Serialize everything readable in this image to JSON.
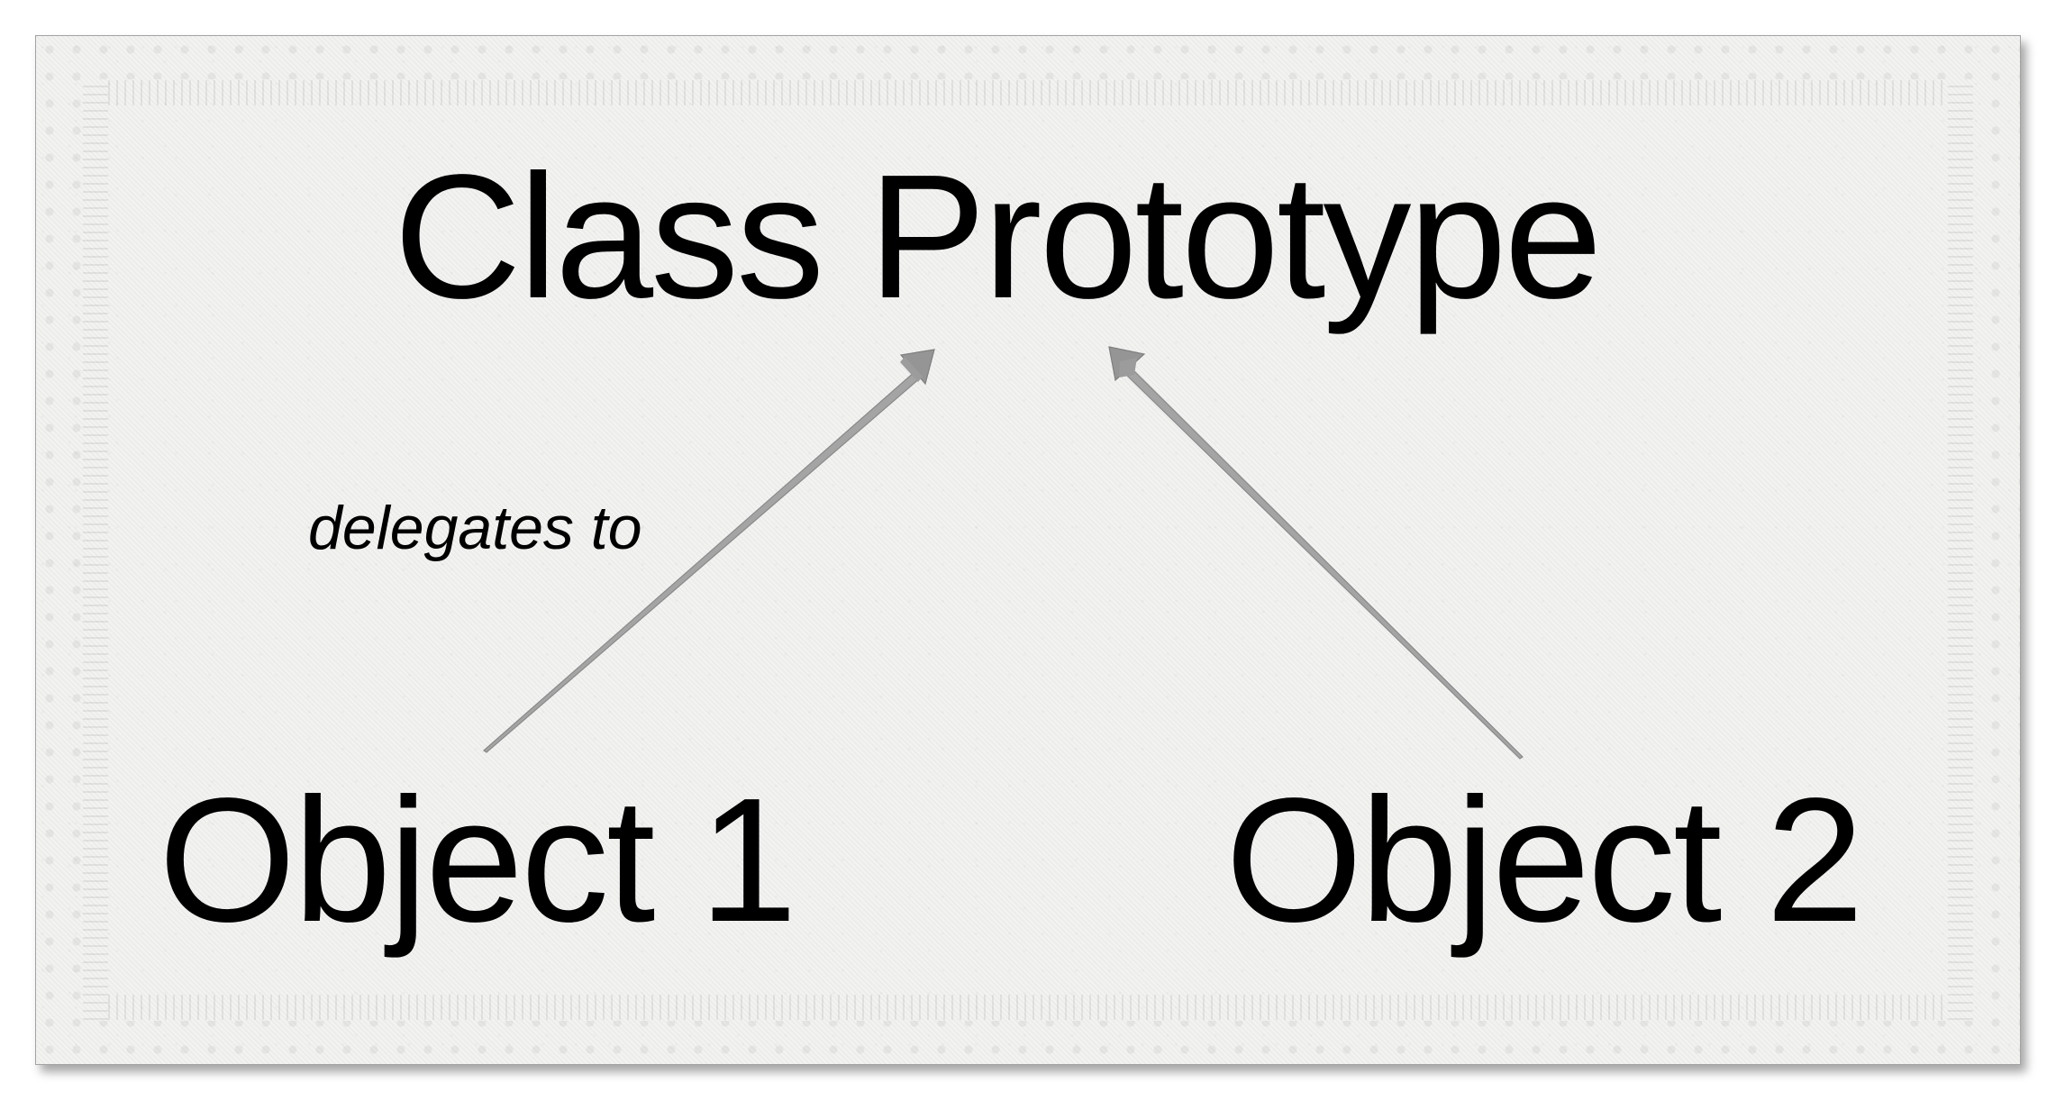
{
  "diagram": {
    "title": "Class Prototype",
    "nodes": [
      {
        "id": "object-1",
        "label": "Object 1"
      },
      {
        "id": "object-2",
        "label": "Object 2"
      }
    ],
    "edge_label": "delegates to",
    "edges": [
      {
        "from": "object-1",
        "to": "class-prototype",
        "label": "delegates to"
      },
      {
        "from": "object-2",
        "to": "class-prototype",
        "label": ""
      }
    ],
    "colors": {
      "background": "#efefed",
      "border": "#a3a3a3",
      "text": "#000000",
      "arrow_fill": "#999999",
      "arrow_stroke": "#7f7f7f"
    }
  }
}
